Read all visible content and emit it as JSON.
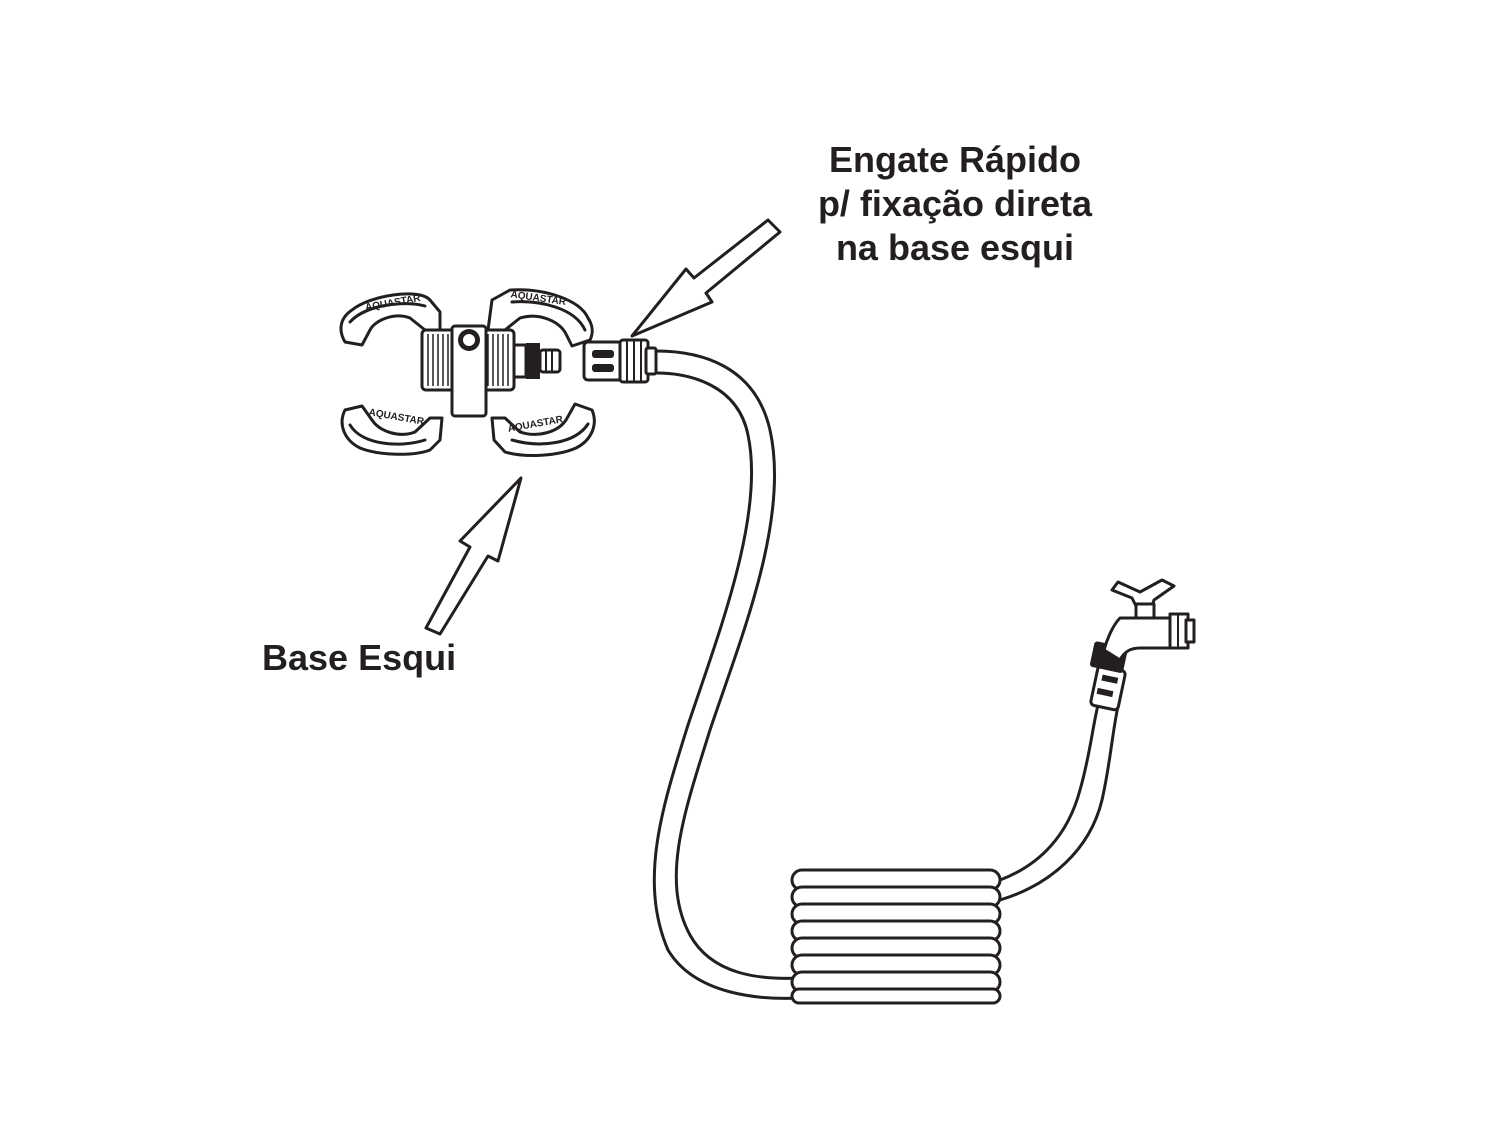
{
  "labels": {
    "engate_line1": "Engate Rápido",
    "engate_line2": "p/ fixação direta",
    "engate_line3": "na base esqui",
    "base": "Base Esqui"
  },
  "logo_text": "AQUASTAR",
  "colors": {
    "ink": "#231f20",
    "background": "#ffffff"
  }
}
